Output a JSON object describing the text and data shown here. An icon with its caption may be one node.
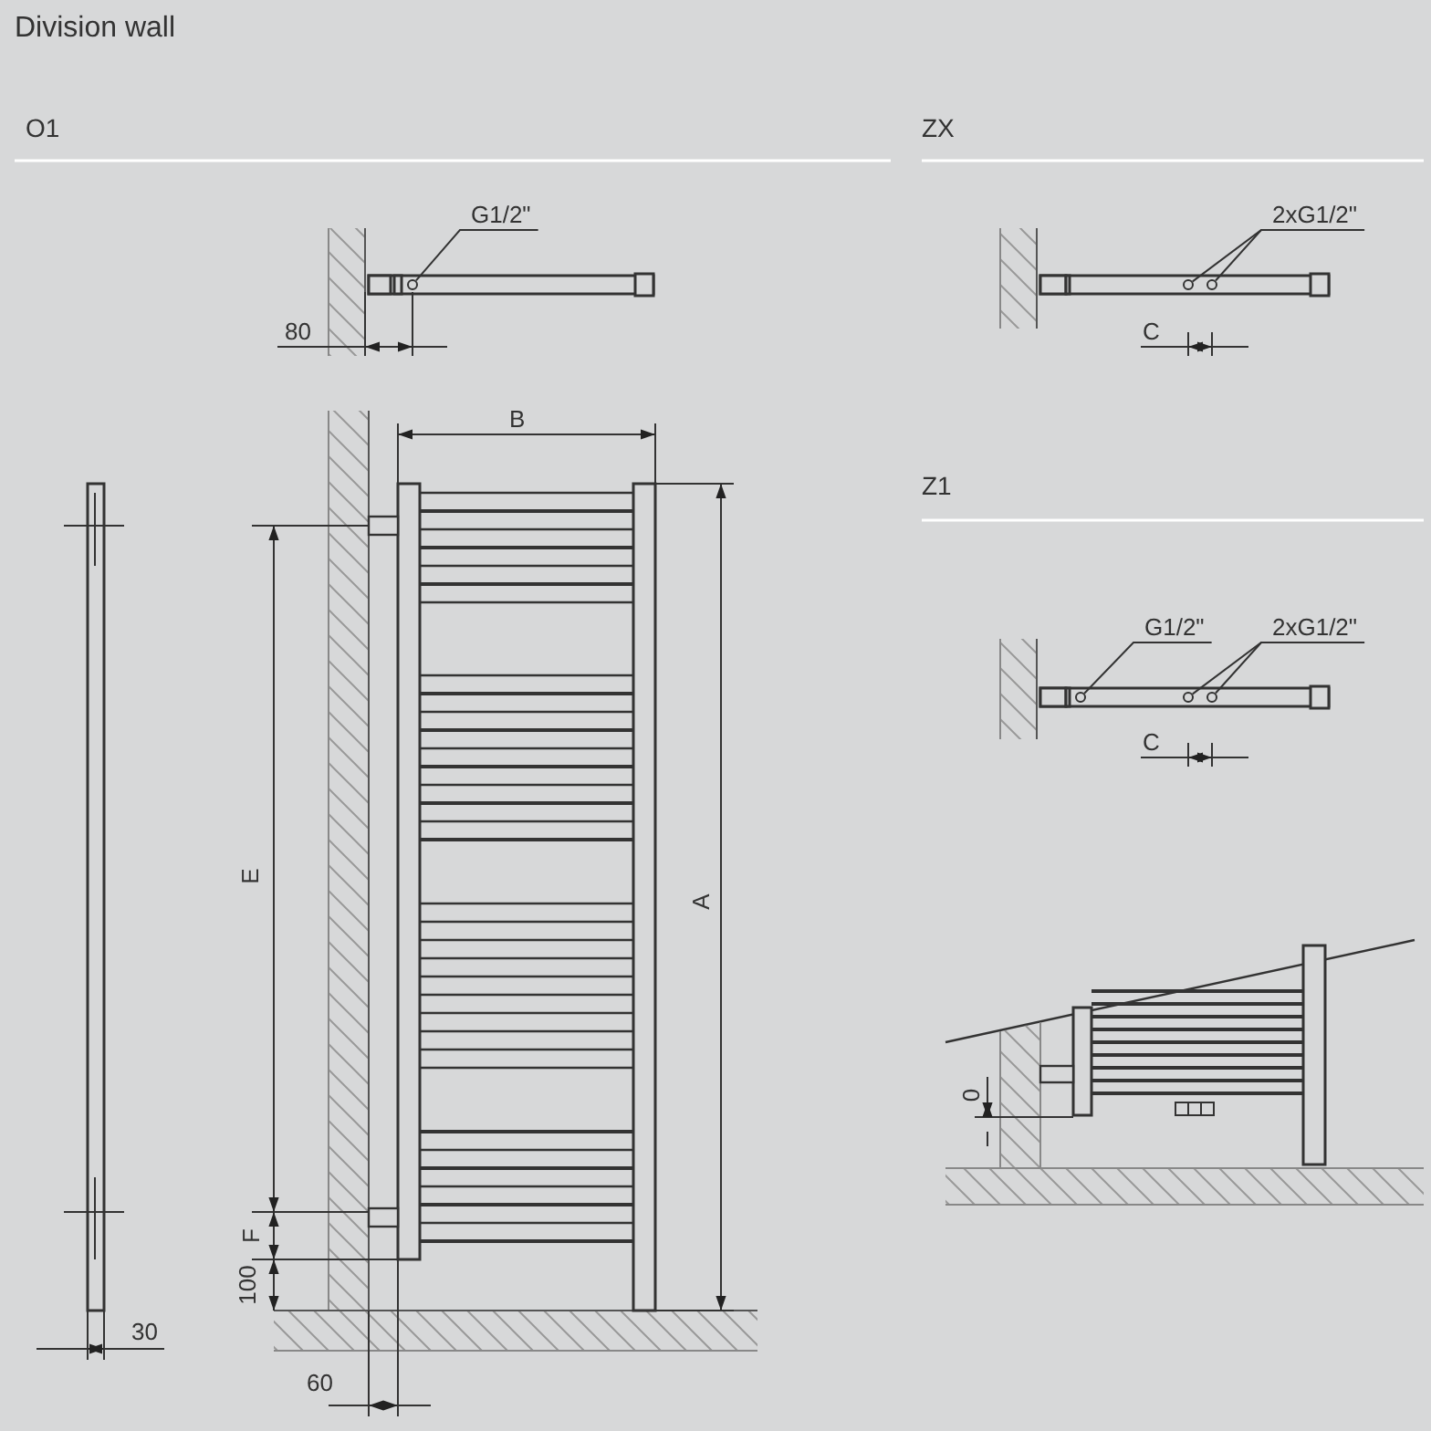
{
  "diagram": {
    "title": "Division wall",
    "nodes": [
      {
        "text": [
          "G1/2\""
        ]
      },
      {
        "text": [],
        "shape": "circle"
      },
      {
        "text": [
          "2xG1/2\""
        ]
      },
      {
        "text": [],
        "shape": "circle"
      },
      {
        "text": [],
        "shape": "circle"
      },
      {
        "text": [
          "G1/2\""
        ]
      },
      {
        "text": [],
        "shape": "circle"
      },
      {
        "text": [
          "2xG1/2\""
        ]
      },
      {
        "text": [],
        "shape": "circle"
      },
      {
        "text": [],
        "shape": "circle"
      }
    ],
    "edges": [
      {
        "from": 0,
        "to": 1,
        "arrow": "none"
      },
      {
        "from": 2,
        "to": 3,
        "arrow": "none"
      },
      {
        "from": 2,
        "to": 4,
        "arrow": "none"
      },
      {
        "from": 5,
        "to": 6,
        "arrow": "none"
      },
      {
        "from": 7,
        "to": 8,
        "arrow": "none"
      },
      {
        "from": 7,
        "to": 9,
        "arrow": "none"
      }
    ],
    "labels": [
      "O1",
      "ZX",
      "80",
      "C",
      "B",
      "Z1",
      "C",
      "E",
      "A",
      "0",
      "F",
      "100",
      "30",
      "60"
    ]
  }
}
